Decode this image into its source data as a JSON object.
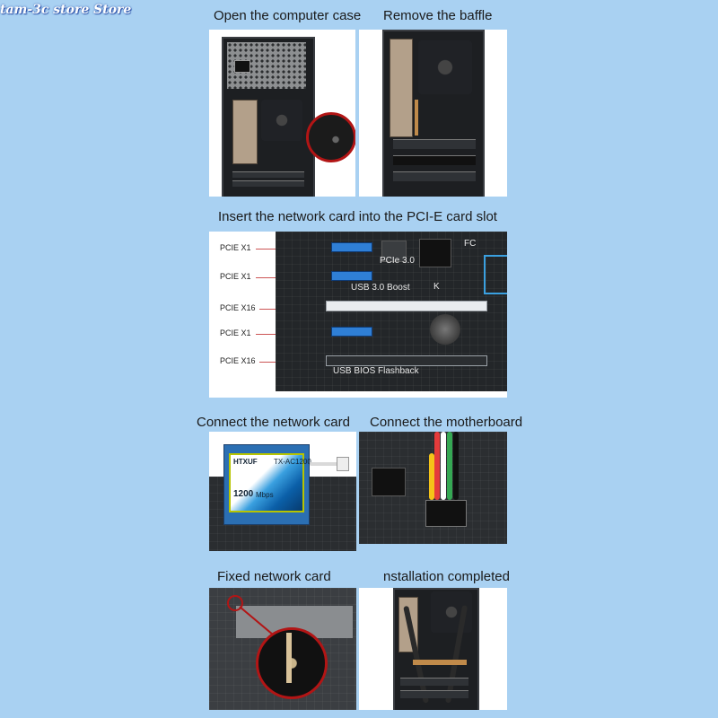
{
  "watermark": "tam-3c store Store",
  "steps": [
    {
      "caption": "Open the computer case"
    },
    {
      "caption": "Remove the baffle"
    },
    {
      "caption": "Insert the network card into the PCI-E card slot"
    },
    {
      "caption": "Connect the network card"
    },
    {
      "caption": "Connect the motherboard"
    },
    {
      "caption": "Fixed network card"
    },
    {
      "caption": "nstallation completed"
    }
  ],
  "slot_labels": [
    "PCIE X1",
    "PCIE X1",
    "PCIE X16",
    "PCIE X1",
    "PCIE X16"
  ],
  "motherboard_text": {
    "pcie30": "PCIe 3.0",
    "usb30": "USB 3.0 Boost",
    "bios": "USB BIOS Flashback",
    "fc": "FC",
    "k": "K"
  },
  "card_text": {
    "brand": "HTXUF",
    "model": "TX-AC1200",
    "speed": "1200",
    "speed_unit": "Mbps"
  },
  "colors": {
    "background": "#a9d1f2",
    "pcie_slot_blue": "#2f7fd6",
    "highlight_red": "#b21515"
  }
}
